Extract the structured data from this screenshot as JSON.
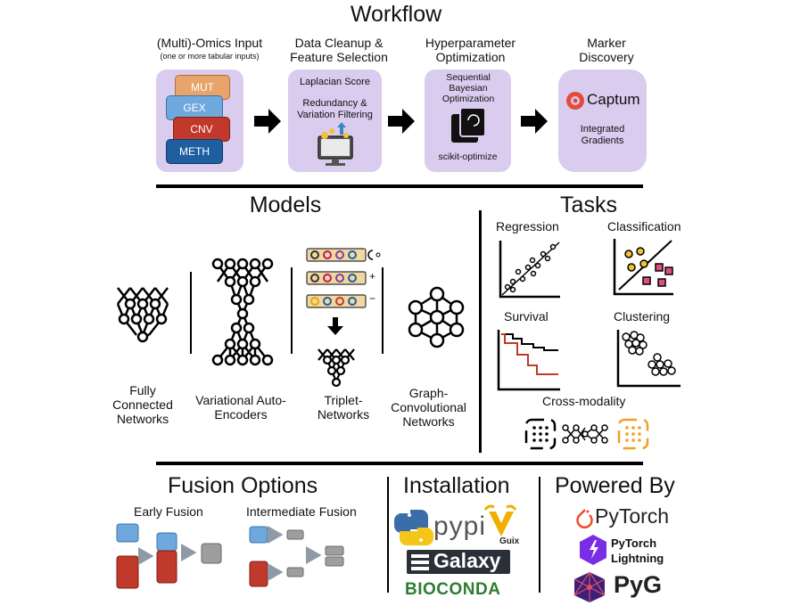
{
  "workflow": {
    "title": "Workflow",
    "steps": [
      {
        "label": "(Multi)-Omics Input",
        "sublabel": "(one or more tabular inputs)"
      },
      {
        "label": "Data Cleanup & Feature Selection"
      },
      {
        "label": "Hyperparameter Optimization"
      },
      {
        "label": "Marker Discovery"
      }
    ],
    "omics": [
      {
        "name": "MUT",
        "color": "#e8a46a"
      },
      {
        "name": "GEX",
        "color": "#6fa8dc"
      },
      {
        "name": "CNV",
        "color": "#c0392b"
      },
      {
        "name": "METH",
        "color": "#1f5fa0"
      }
    ],
    "cleanup_card": {
      "line1": "Laplacian Score",
      "line2": "Redundancy & Variation Filtering"
    },
    "hpo_card": {
      "line1": "Sequential Bayesian Optimization",
      "line2": "scikit-optimize"
    },
    "marker_card": {
      "brand": "Captum",
      "line2": "Integrated Gradients"
    }
  },
  "models": {
    "title": "Models",
    "items": [
      {
        "label": "Fully Connected Networks"
      },
      {
        "label": "Variational Auto-Encoders"
      },
      {
        "label": "Triplet-Networks"
      },
      {
        "label": "Graph-Convolutional Networks"
      }
    ],
    "triplet_signs": [
      "+",
      "−"
    ]
  },
  "tasks": {
    "title": "Tasks",
    "items": [
      "Regression",
      "Classification",
      "Survival",
      "Clustering",
      "Cross-modality"
    ]
  },
  "fusion": {
    "title": "Fusion Options",
    "early": "Early Fusion",
    "intermediate": "Intermediate Fusion"
  },
  "installation": {
    "title": "Installation",
    "pypi": "pypi",
    "guix": "Guix",
    "galaxy": "Galaxy",
    "bioconda": "BIOCONDA"
  },
  "powered": {
    "title": "Powered By",
    "pytorch": "PyTorch",
    "lightning_1": "PyTorch",
    "lightning_2": "Lightning",
    "pyg": "PyG"
  },
  "colors": {
    "card": "#d9ccef",
    "red": "#c0392b",
    "blue": "#6fa8dc",
    "grey": "#9e9e9e",
    "bioconda_green": "#2e7d32"
  }
}
